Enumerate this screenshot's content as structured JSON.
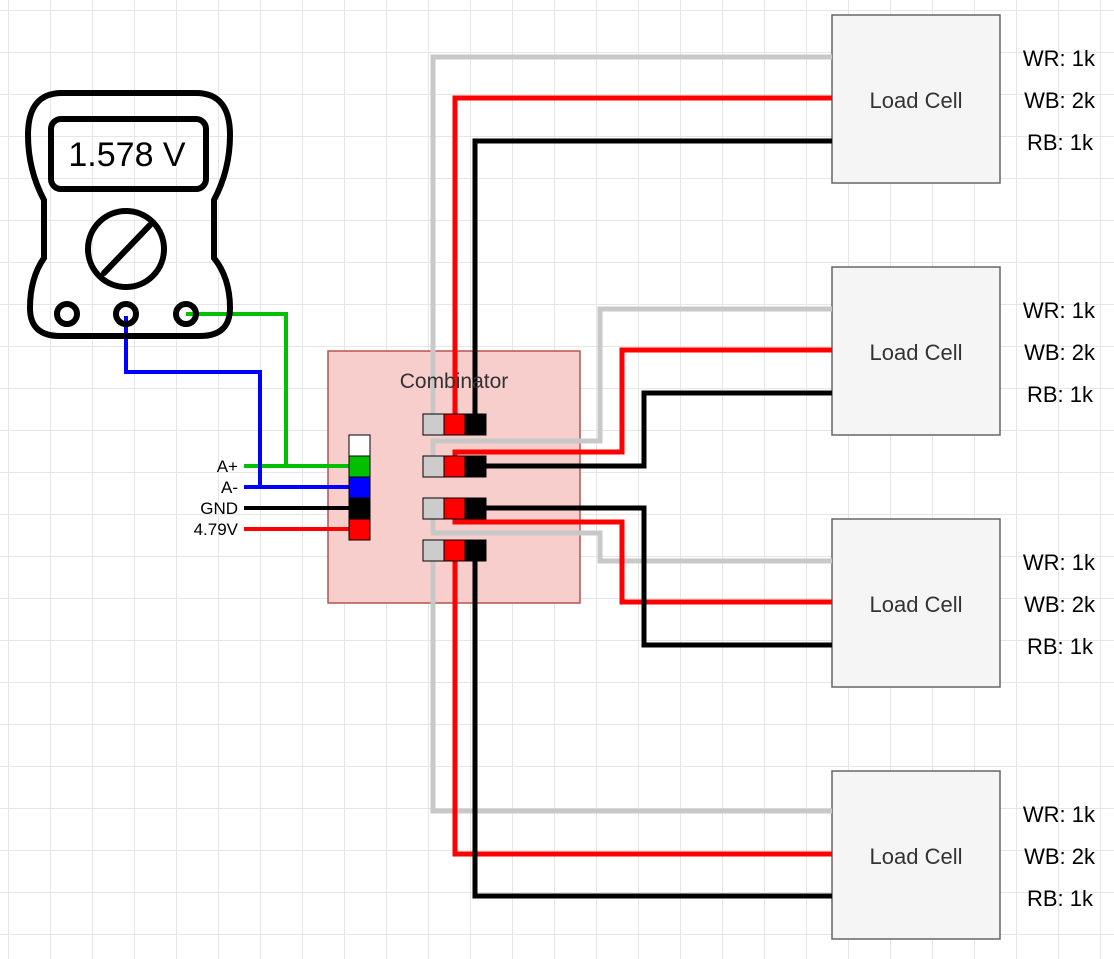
{
  "multimeter": {
    "reading": "1.578 V"
  },
  "combinator": {
    "title": "Combinator",
    "inputs": [
      {
        "label": "A+",
        "color": "#00c000"
      },
      {
        "label": "A-",
        "color": "#0000ff"
      },
      {
        "label": "GND",
        "color": "#000000"
      },
      {
        "label": "4.79V",
        "color": "#ff0000"
      }
    ]
  },
  "load_cells": [
    {
      "name": "Load Cell",
      "wr": "WR: 1k",
      "wb": "WB: 2k",
      "rb": "RB: 1k"
    },
    {
      "name": "Load Cell",
      "wr": "WR: 1k",
      "wb": "WB: 2k",
      "rb": "RB: 1k"
    },
    {
      "name": "Load Cell",
      "wr": "WR: 1k",
      "wb": "WB: 2k",
      "rb": "RB: 1k"
    },
    {
      "name": "Load Cell",
      "wr": "WR: 1k",
      "wb": "WB: 2k",
      "rb": "RB: 1k"
    }
  ],
  "wire_colors": {
    "white": "#c8c8c8",
    "red": "#ff0000",
    "black": "#000000",
    "green": "#00c000",
    "blue": "#0000ff"
  }
}
